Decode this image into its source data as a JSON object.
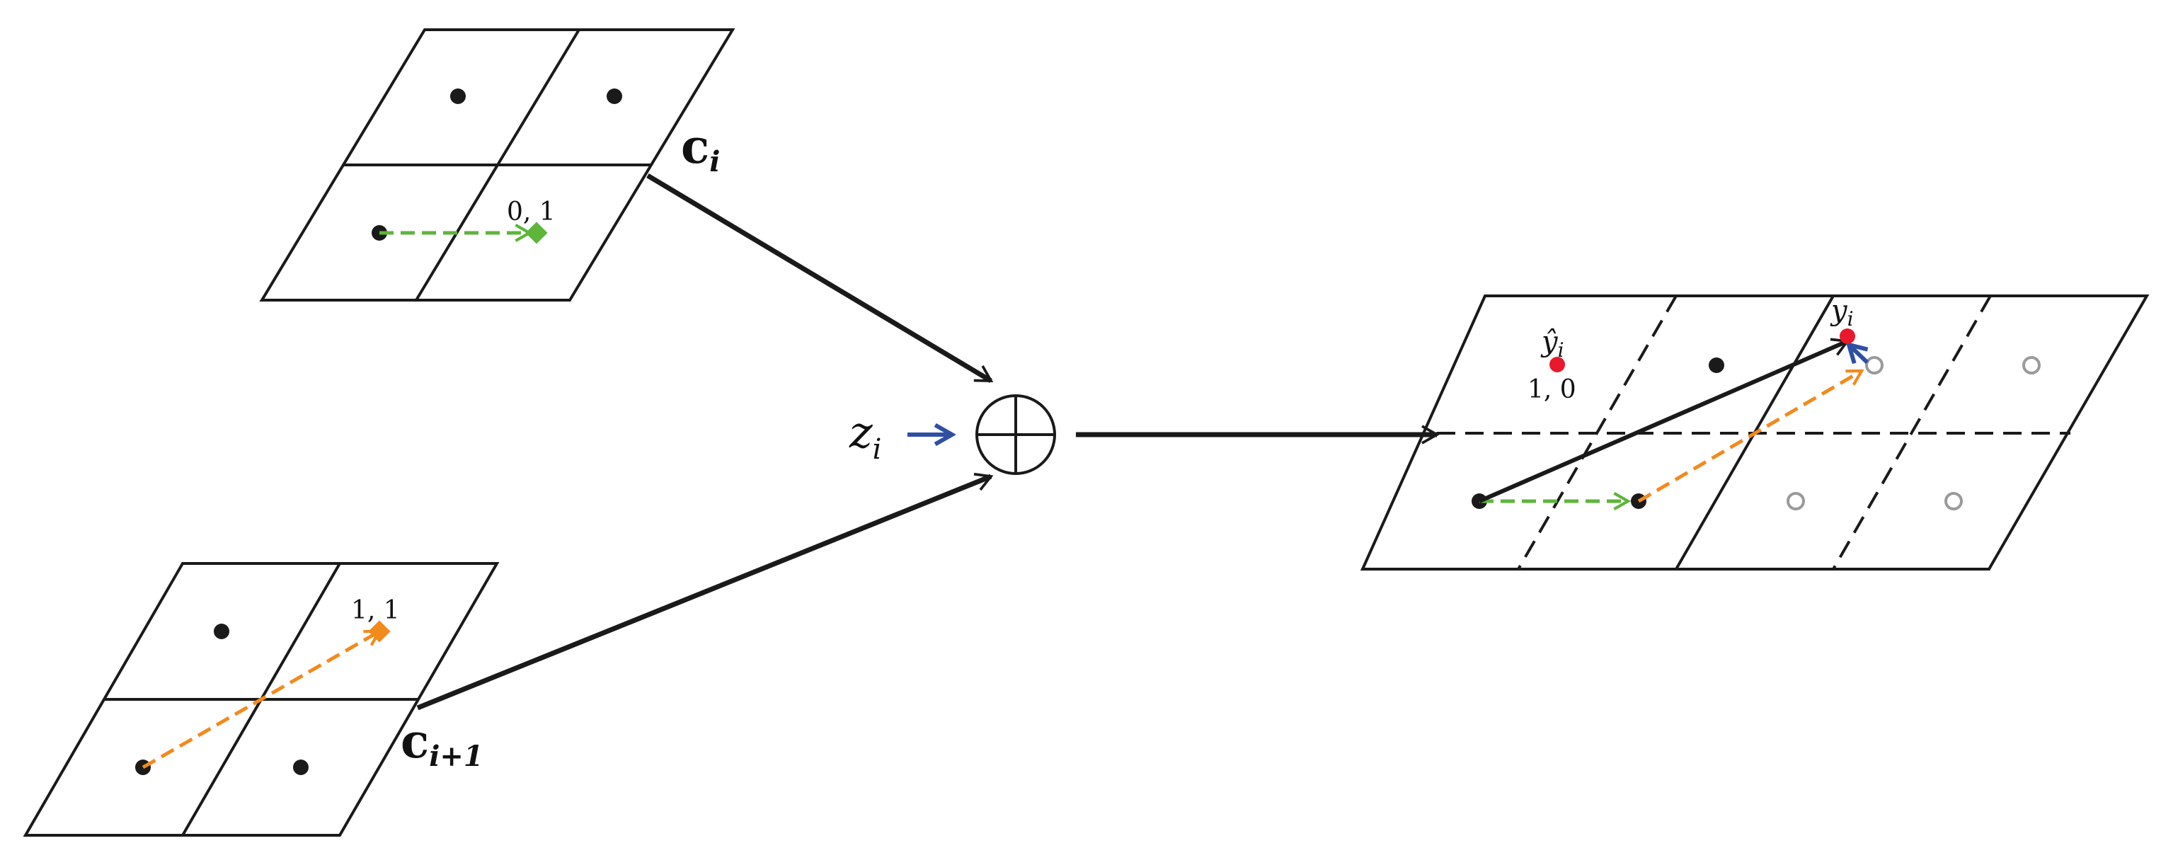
{
  "diagram": {
    "labels": {
      "c_i_main": "c",
      "c_i_sub": "i",
      "c_ip1_main": "c",
      "c_ip1_sub": "i+1",
      "z_main": "z",
      "z_sub": "i",
      "yhat_main": "ŷ",
      "yhat_sub": "i",
      "y_main": "y",
      "y_sub": "i"
    },
    "coordinates": {
      "top_cell": "0, 1",
      "bottom_cell": "1, 1",
      "result_cell": "1, 0"
    },
    "operator_symbol": "⊕",
    "colors": {
      "stroke": "#1a1a1a",
      "green": "#5db53a",
      "orange": "#f28a1c",
      "blue": "#2f4fa3",
      "red": "#e8192c",
      "gray": "#9a9a9a"
    }
  }
}
